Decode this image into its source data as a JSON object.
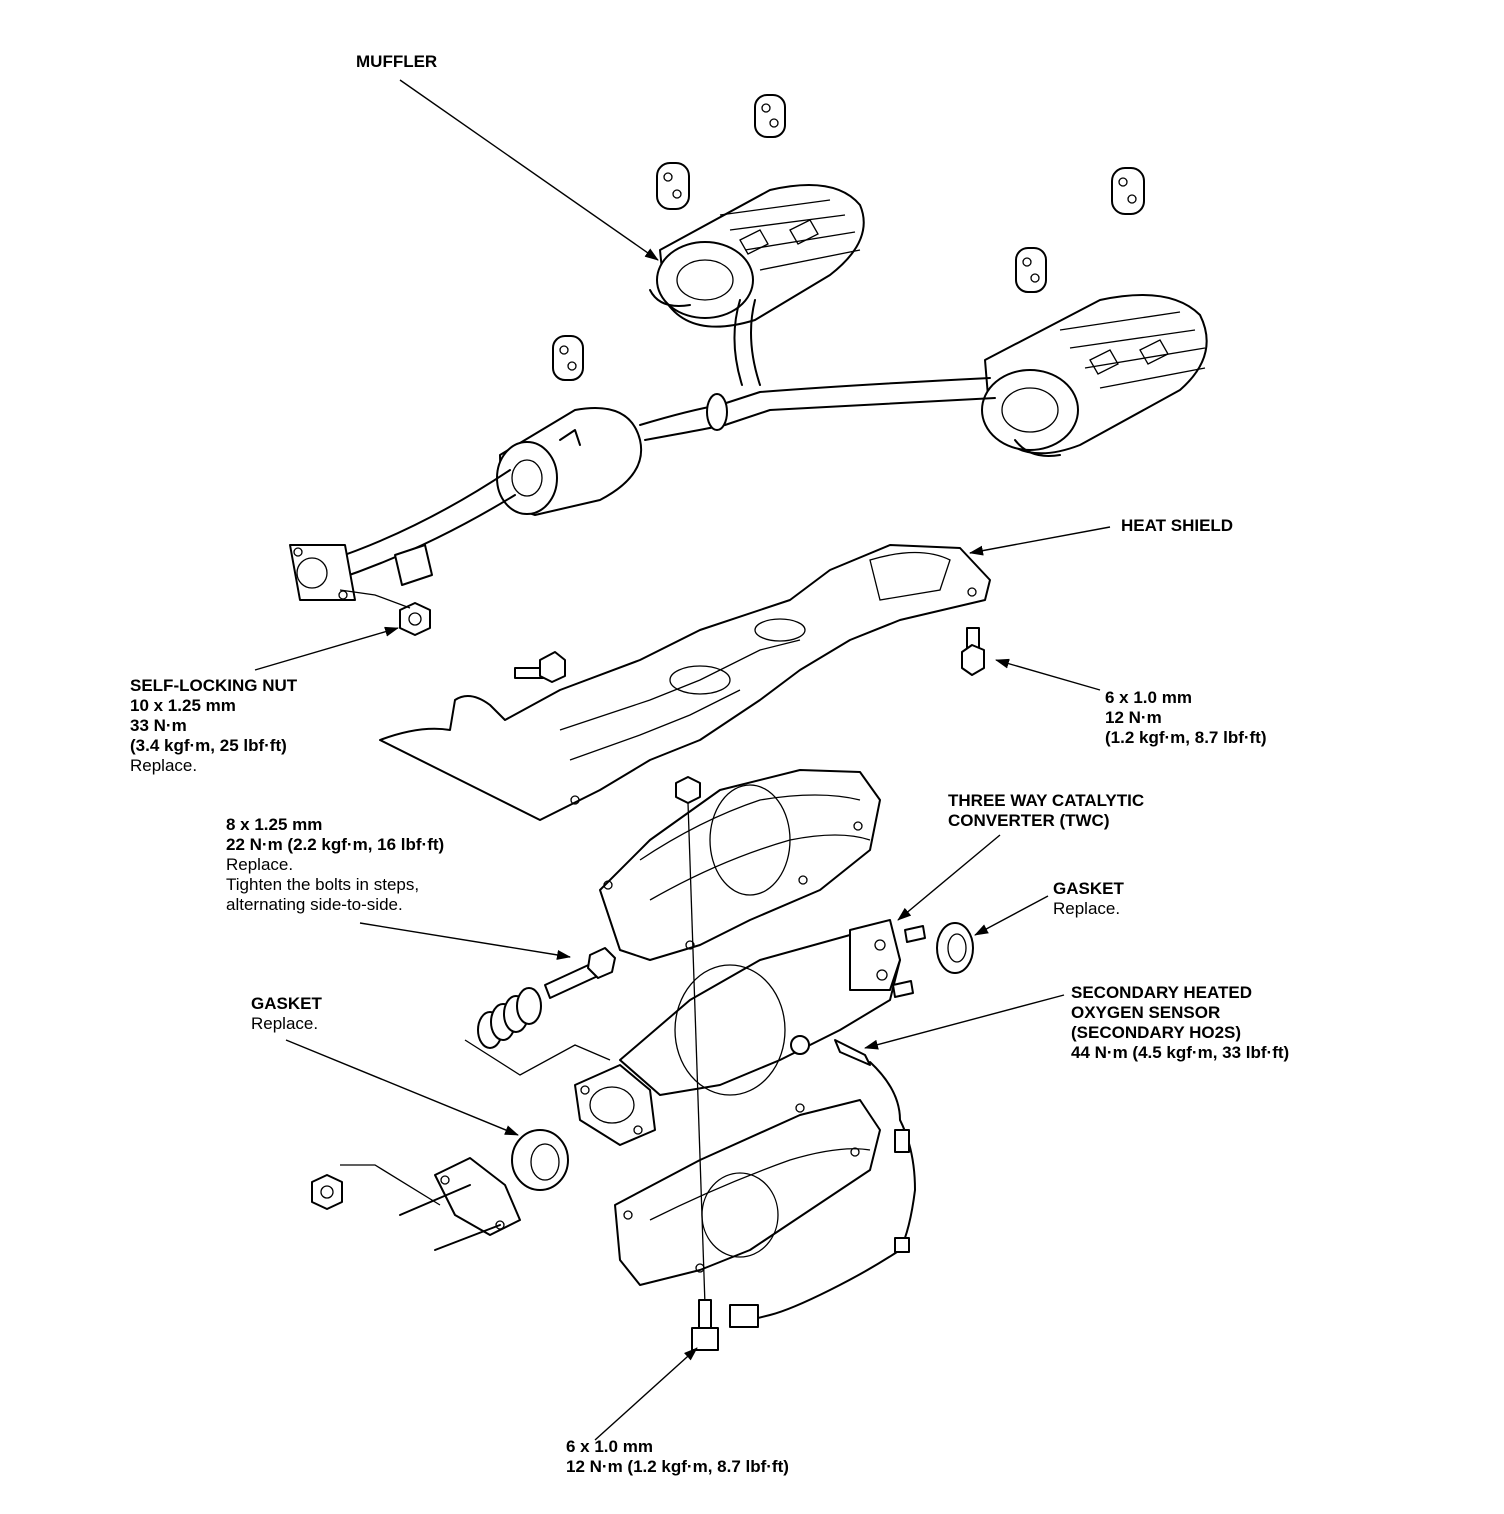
{
  "labels": {
    "muffler": [
      "MUFFLER"
    ],
    "heat_shield": [
      "HEAT SHIELD"
    ],
    "self_locking_nut": {
      "bold": [
        "SELF-LOCKING NUT",
        "10 x 1.25 mm",
        "33 N·m",
        "(3.4 kgf·m, 25 lbf·ft)"
      ],
      "normal": [
        "Replace."
      ]
    },
    "heat_shield_bolt": {
      "bold": [
        "6 x 1.0 mm",
        "12 N·m",
        "(1.2 kgf·m, 8.7 lbf·ft)"
      ],
      "normal": []
    },
    "flange_bolt": {
      "bold": [
        "8 x 1.25 mm",
        "22 N·m (2.2 kgf·m, 16 lbf·ft)"
      ],
      "normal": [
        "Replace.",
        "Tighten the bolts in steps,",
        "alternating side-to-side."
      ]
    },
    "twc": [
      "THREE WAY CATALYTIC",
      "CONVERTER (TWC)"
    ],
    "gasket_right": {
      "bold": [
        "GASKET"
      ],
      "normal": [
        "Replace."
      ]
    },
    "gasket_left": {
      "bold": [
        "GASKET"
      ],
      "normal": [
        "Replace."
      ]
    },
    "ho2s": {
      "bold": [
        "SECONDARY HEATED",
        "OXYGEN SENSOR",
        "(SECONDARY HO2S)",
        "44 N·m (4.5 kgf·m, 33 lbf·ft)"
      ],
      "normal": []
    },
    "bottom_bolt": {
      "bold": [
        "6 x 1.0 mm",
        "12 N·m (1.2 kgf·m, 8.7 lbf·ft)"
      ],
      "normal": []
    }
  },
  "colors": {
    "ink": "#000000",
    "paper": "#ffffff"
  }
}
